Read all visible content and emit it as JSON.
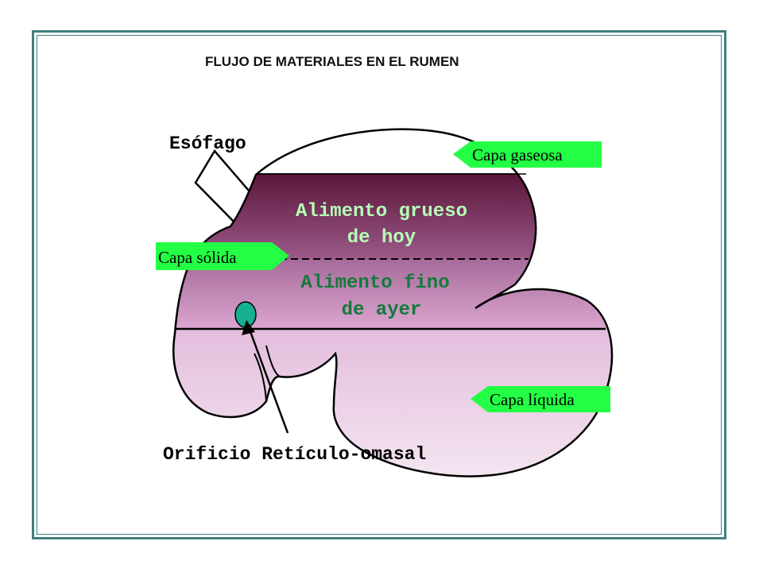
{
  "title": "FLUJO DE MATERIALES EN EL RUMEN",
  "diagram": {
    "esophagus_label": "Esófago",
    "coarse_feed": [
      "Alimento grueso",
      "de hoy"
    ],
    "fine_feed": [
      "Alimento fino",
      "de ayer"
    ],
    "orifice_label": "Orificio Retículo-omasal",
    "tags": {
      "gas": "Capa gaseosa",
      "solid": "Capa sólida",
      "liquid": "Capa líquida"
    },
    "colors": {
      "frame": "#3f7f7f",
      "tag_green": "#22ff44",
      "coarse_top": "#5a1538",
      "coarse_bottom": "#9b5a8a",
      "fine_top": "#a66a9a",
      "fine_bottom": "#dba6cf",
      "liquid_top": "#e3bddd",
      "liquid_bottom": "#f6eaf3",
      "coarse_text": "#b6ffb6",
      "fine_text": "#137a3c",
      "orifice_dot": "#16b08f"
    }
  }
}
